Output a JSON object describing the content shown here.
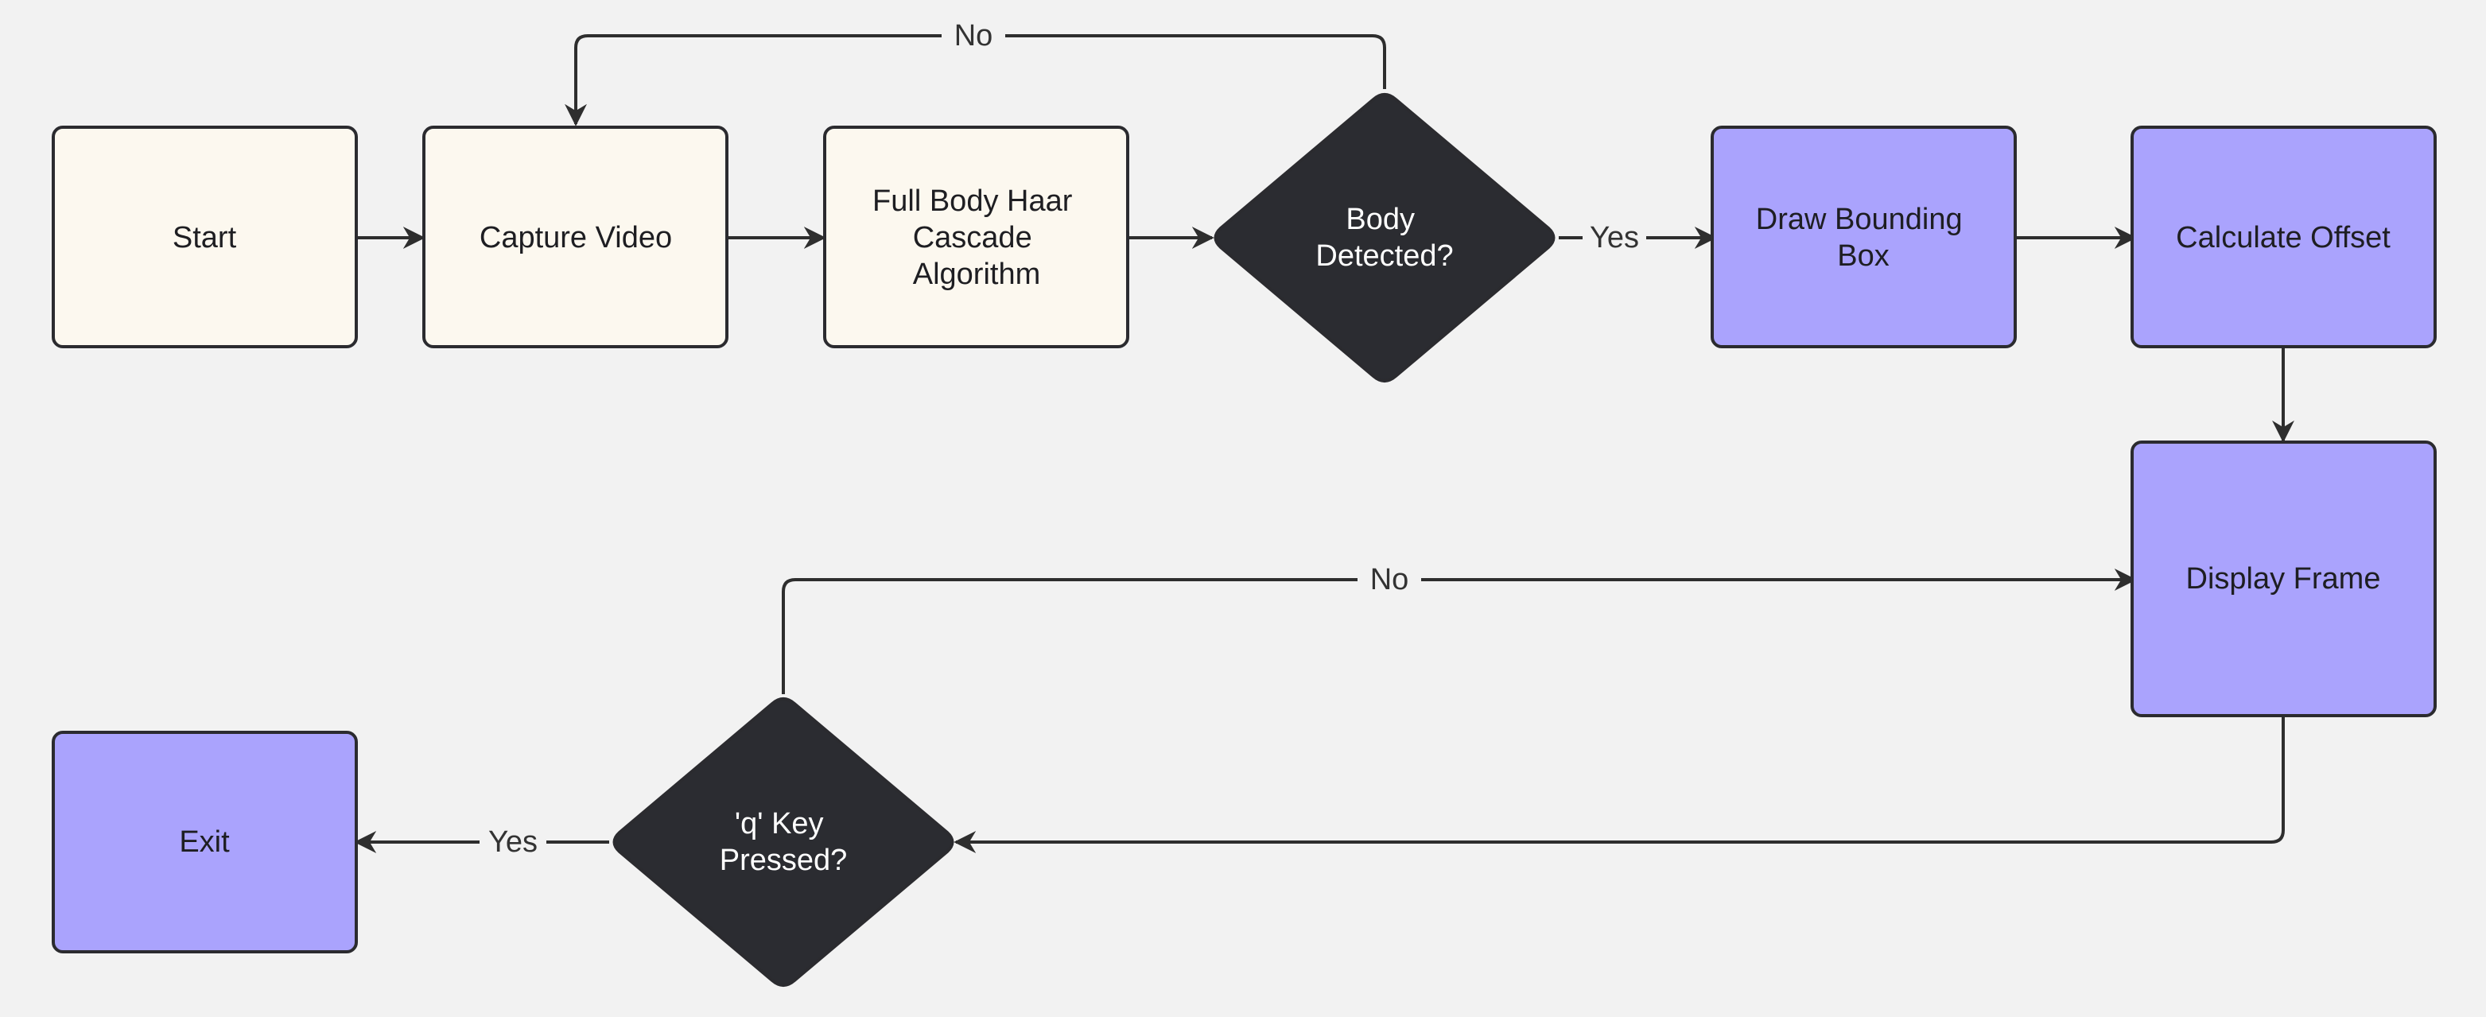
{
  "nodes": {
    "start": {
      "label": [
        "Start"
      ]
    },
    "capture_video": {
      "label": [
        "Capture Video"
      ]
    },
    "haar_cascade": {
      "label": [
        "Full Body Haar",
        "Cascade",
        "Algorithm"
      ]
    },
    "body_detected": {
      "label": [
        "Body",
        "Detected?"
      ]
    },
    "draw_bounding_box": {
      "label": [
        "Draw Bounding",
        "Box"
      ]
    },
    "calculate_offset": {
      "label": [
        "Calculate Offset"
      ]
    },
    "display_frame": {
      "label": [
        "Display Frame"
      ]
    },
    "q_key_pressed": {
      "label": [
        "'q' Key",
        "Pressed?"
      ]
    },
    "exit": {
      "label": [
        "Exit"
      ]
    }
  },
  "edges": {
    "body_detected_no": "No",
    "body_detected_yes": "Yes",
    "q_key_no": "No",
    "q_key_yes": "Yes"
  },
  "colors": {
    "background": "#f2f2f2",
    "process_fill": "#fcf8ef",
    "decision_fill": "#2b2c31",
    "action_fill": "#aaa3fd",
    "stroke": "#2b2b2f"
  }
}
